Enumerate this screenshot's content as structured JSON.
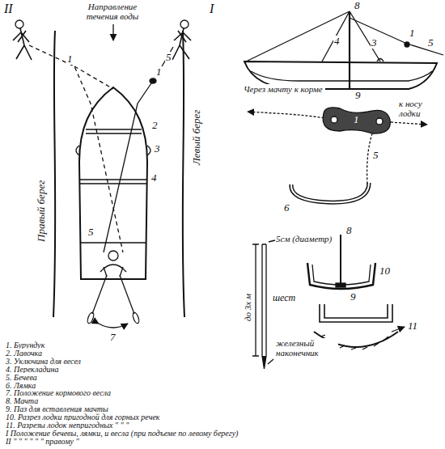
{
  "diagram": {
    "labels": [
      "II",
      "Направление течения воды",
      "I",
      "Правый берег",
      "Левый берег",
      "1",
      "1",
      "5",
      "2",
      "3",
      "4",
      "5",
      "7",
      "8",
      "4",
      "3",
      "1",
      "5",
      "9",
      "Через мачту к корме",
      "к носу лодки",
      "1",
      "5",
      "6",
      "5см (диаметр)",
      "до 3х м",
      "шест",
      "железный наконечник",
      "8",
      "10",
      "9",
      "11",
      "1. Бурундук",
      "2. Лавочка",
      "3. Уключина для весел",
      "4. Перекладина",
      "5. Бечева",
      "6. Лямка",
      "7. Положение кормового весла",
      "8. Мачта",
      "9. Паз для вставления мачты",
      "10. Разрез лодки пригодной для горных речек",
      "11. Разрезы лодок непригодных \" \" \"",
      "I Положение бечевы, лямки, и весла (при подъеме по левому берегу)",
      "II \" \" \" \" \" \" правому \""
    ]
  }
}
